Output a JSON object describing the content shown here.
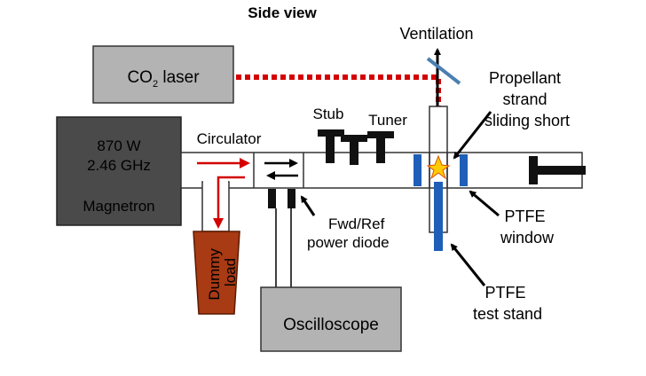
{
  "title": "Side view",
  "labels": {
    "laser_prefix": "CO",
    "laser_subscript": "2",
    "laser_suffix": " laser",
    "magnetron_power": "870 W",
    "magnetron_freq": "2.46 GHz",
    "magnetron_name": "Magnetron",
    "circulator": "Circulator",
    "dummy_load_line1": "Dummy",
    "dummy_load_line2": "load",
    "oscilloscope": "Oscilloscope",
    "stub": "Stub",
    "tuner": "Tuner",
    "fwd_ref_line1": "Fwd/Ref",
    "fwd_ref_line2": "power diode",
    "ventilation": "Ventilation",
    "propellant_line1": "Propellant",
    "propellant_line2": "strand",
    "sliding_short": "sliding short",
    "ptfe_window_line1": "PTFE",
    "ptfe_window_line2": "window",
    "ptfe_stand_line1": "PTFE",
    "ptfe_stand_line2": "test stand"
  },
  "colors": {
    "magnetron_fill": "#4a4a4a",
    "laser_fill": "#b3b3b3",
    "oscilloscope_fill": "#b3b3b3",
    "dummy_load_fill": "#a83a14",
    "ptfe_blue": "#1f5fb8",
    "laser_beam": "#d40000",
    "mirror": "#4a7fb0",
    "spark": "#ffcc00"
  }
}
